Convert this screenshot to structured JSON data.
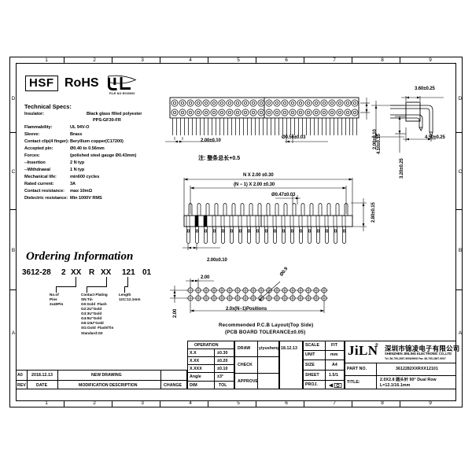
{
  "sheet": {
    "column_marks": [
      "1",
      "2",
      "3",
      "4",
      "5",
      "6",
      "7",
      "8",
      "9"
    ],
    "row_marks": [
      "D",
      "C",
      "B",
      "A"
    ]
  },
  "logos": {
    "hsf": "HSF",
    "rohs": "RoHS",
    "ul_sub": "FILE NO E000000"
  },
  "specs": {
    "title": "Technical Specs:",
    "rows": [
      {
        "label": "Insulator:",
        "value": "Black glass filled polyester"
      },
      {
        "label": "",
        "value": "PPS-GF30-FR"
      },
      {
        "label": "Flammability:",
        "value": "UL 94V-O"
      },
      {
        "label": "Sleeve:",
        "value": "Brass"
      },
      {
        "label": "Contact clip(4 finger):",
        "value": "Beryllium copper(C17200)"
      },
      {
        "label": "Accepted pin:",
        "value": "Ø0.40 to 0.56mm"
      },
      {
        "label": "Forces:",
        "value": "(polished steel gauge Ø0.43mm)"
      },
      {
        "label": "--Insertion",
        "value": "2 N typ"
      },
      {
        "label": "--Withdrawal",
        "value": "1 N typ"
      },
      {
        "label": "Mechanical life:",
        "value": "min600 cycles"
      },
      {
        "label": "Rated current:",
        "value": "3A"
      },
      {
        "label": "Contact resistance:",
        "value": "max 10mΩ"
      },
      {
        "label": "Dielectric resistance:",
        "value": "Min 1000V RMS"
      }
    ]
  },
  "ordering": {
    "title": "Ordering Information",
    "code_parts": [
      "3612-28",
      "2",
      "XX",
      "R",
      "XX",
      "121",
      "01"
    ],
    "notes": {
      "pins": "No.of\nPins\n2x40Pin",
      "plating": "Contact Plating\nSN:Tin\nG0:Gold  Flash\nG2:2U\"Gold\nG3:3U\"Gold\nG4:5U\"Gold\nG5:10U\"Gold\nSG:Gold  Flash/Tin\nStandard:G0",
      "length": "Length\n121=12.1mm"
    }
  },
  "drawings": {
    "top_view": {
      "pitch": "2.00±0.10",
      "hole_dia": "Ø0.56±0.03",
      "row_spacing": "2.00±0.10",
      "note_cn": "注: 整条总长+0.5"
    },
    "side_view": {
      "body_width": "3.60±0.25",
      "tail_length": "4.50±0.25",
      "height_a": "4.10±0.15",
      "height_b": "3.20±0.25"
    },
    "front_view": {
      "overall": "N X 2.00 ±0.30",
      "pin_span": "(N − 1) X 2.00 ±0.30",
      "pin_dia": "Ø0.47±0.03",
      "pitch": "2.00±0.10",
      "height": "2.80±0.15"
    },
    "pcb_layout": {
      "pitch": "2.00",
      "row": "2.00",
      "positions": "2.0x(N−1)Positions",
      "hole": "Ø0.9",
      "caption1": "Recommended P.C.B Layout(Top  Side)",
      "caption2": "(PCB BOARD  TOLERANCE±0.05)"
    }
  },
  "title_block": {
    "operation": {
      "header": "OPERATION",
      "rows": [
        {
          "dim": "X.X",
          "tol": "±0.30"
        },
        {
          "dim": "X.XX",
          "tol": "±0.20"
        },
        {
          "dim": "X.XXX",
          "tol": "±0.10"
        },
        {
          "dim": "Angle",
          "tol": "±3°"
        },
        {
          "dim": "DIM",
          "tol": "TOL"
        }
      ]
    },
    "draw_label": "DRAW",
    "draw_name": "yiyusheng",
    "draw_date": "18.12.13",
    "check_label": "CHECK",
    "approve_label": "APPROVE",
    "scale_label": "SCALE",
    "scale_value": "FIT",
    "unit_label": "UNIT",
    "unit_value": "mm",
    "size_label": "SIZE",
    "size_value": "A4",
    "sheet_label": "SHEET",
    "sheet_value": "1.5/1",
    "proj_label": "PROJ.",
    "company_logo": "JiLN",
    "company_reg": "®",
    "company_cn": "深圳市锦凌电子有限公司",
    "company_en": "SHENZHEN JINLING ELECTRONIC CO.,LTD",
    "company_tel": "Tel: 86-755-2897-9906/9908      Fax: 86-755-2897-9907",
    "part_no_label": "PART  NO.",
    "part_no_value": "3612282XXRXX12101",
    "title_label": "TITLE:",
    "title_value_1": "2.0X2.8 圆头针  90° Dual  Row",
    "title_value_2": "L=12.1/16.1mm"
  },
  "revision": {
    "rows": [
      {
        "rev": "A0",
        "date": "2018.12.13",
        "desc": "NEW  DRAWING",
        "change": ""
      }
    ],
    "headers": {
      "rev": "REV",
      "date": "DATE",
      "desc": "MODIFICATION  DESCRIPTION",
      "change": "CHANGE"
    }
  }
}
